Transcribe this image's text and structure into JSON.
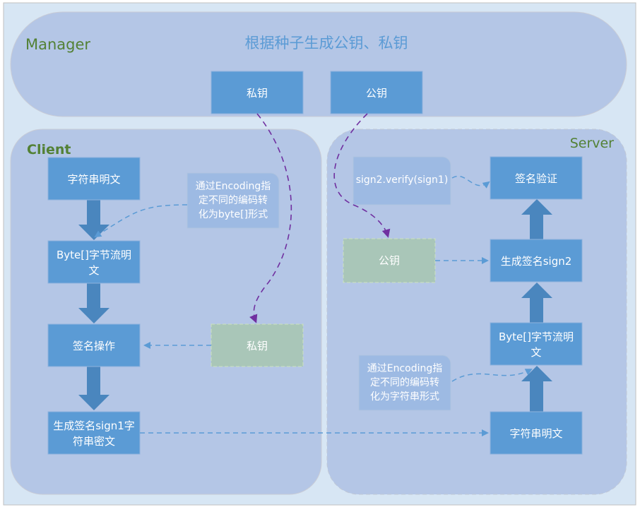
{
  "manager": {
    "label": "Manager",
    "title": "根据种子生成公钥、私钥",
    "private_key": "私钥",
    "public_key": "公钥"
  },
  "client": {
    "label": "Client",
    "plaintext": "字符串明文",
    "bytes": [
      "Byte[]字节流明",
      "文"
    ],
    "sign_op": "签名操作",
    "sign1": [
      "生成签名sign1字",
      "符串密文"
    ],
    "private_key": "私钥",
    "note": [
      "通过Encoding指",
      "定不同的编码转",
      "化为byte[]形式"
    ]
  },
  "server": {
    "label": "Server",
    "verify_code": "sign2.verify(sign1)",
    "verify": "签名验证",
    "public_key": "公钥",
    "sign2": "生成签名sign2",
    "bytes": [
      "Byte[]字节流明",
      "文"
    ],
    "note": [
      "通过Encoding指",
      "定不同的编码转",
      "化为字符串形式"
    ],
    "plaintext": "字符串明文"
  },
  "colors": {
    "box": "#5b9bd5",
    "container": "#b4c6e6",
    "arrow": "#4a86be",
    "key_flow": "#7030a0",
    "label": "#538135"
  }
}
